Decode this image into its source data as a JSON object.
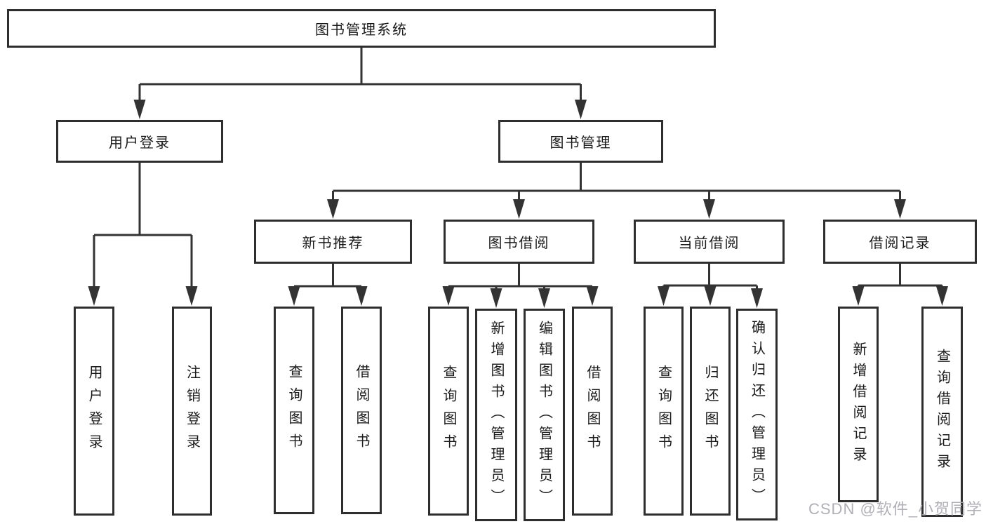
{
  "tree": {
    "root": {
      "label": "图书管理系统"
    },
    "branches": [
      {
        "label": "用户登录",
        "children": [
          {
            "label": "用户登录"
          },
          {
            "label": "注销登录"
          }
        ]
      },
      {
        "label": "图书管理",
        "children": [
          {
            "label": "新书推荐",
            "children": [
              {
                "label": "查询图书"
              },
              {
                "label": "借阅图书"
              }
            ]
          },
          {
            "label": "图书借阅",
            "children": [
              {
                "label": "查询图书"
              },
              {
                "label": "新增图书（管理员）"
              },
              {
                "label": "编辑图书（管理员）"
              },
              {
                "label": "借阅图书"
              }
            ]
          },
          {
            "label": "当前借阅",
            "children": [
              {
                "label": "查询图书"
              },
              {
                "label": "归还图书"
              },
              {
                "label": "确认归还（管理员）"
              }
            ]
          },
          {
            "label": "借阅记录",
            "children": [
              {
                "label": "新增借阅记录"
              },
              {
                "label": "查询借阅记录"
              }
            ]
          }
        ]
      }
    ]
  },
  "watermark": {
    "text": "CSDN @软件_小贺同学"
  },
  "colors": {
    "line": "#333333",
    "box_border": "#2e2e2e",
    "text": "#1a1a1a",
    "watermark": "#acacb2",
    "background": "#ffffff"
  }
}
